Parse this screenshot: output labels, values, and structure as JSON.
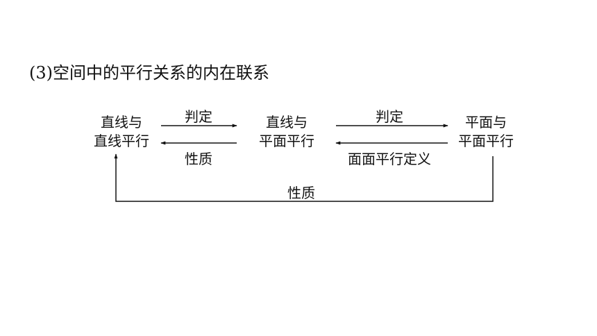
{
  "title": "(3)空间中的平行关系的内在联系",
  "nodes": {
    "line_line": [
      "直线与",
      "直线平行"
    ],
    "line_plane": [
      "直线与",
      "平面平行"
    ],
    "plane_plane": [
      "平面与",
      "平面平行"
    ]
  },
  "edges": {
    "ll_to_lp": "判定",
    "lp_to_ll": "性质",
    "lp_to_pp": "判定",
    "pp_to_lp": "面面平行定义",
    "pp_to_ll": "性质"
  }
}
